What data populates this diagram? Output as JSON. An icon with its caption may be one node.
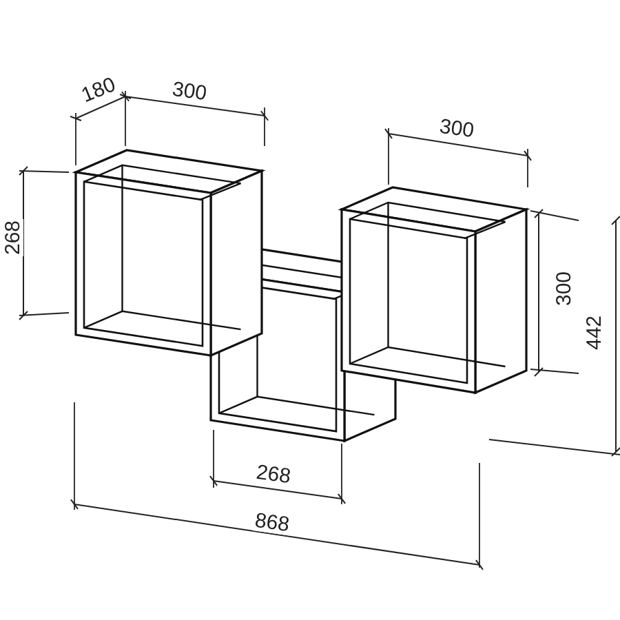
{
  "diagram": {
    "labels": [
      "180",
      "300",
      "300",
      "268",
      "300",
      "442",
      "268",
      "868"
    ]
  }
}
